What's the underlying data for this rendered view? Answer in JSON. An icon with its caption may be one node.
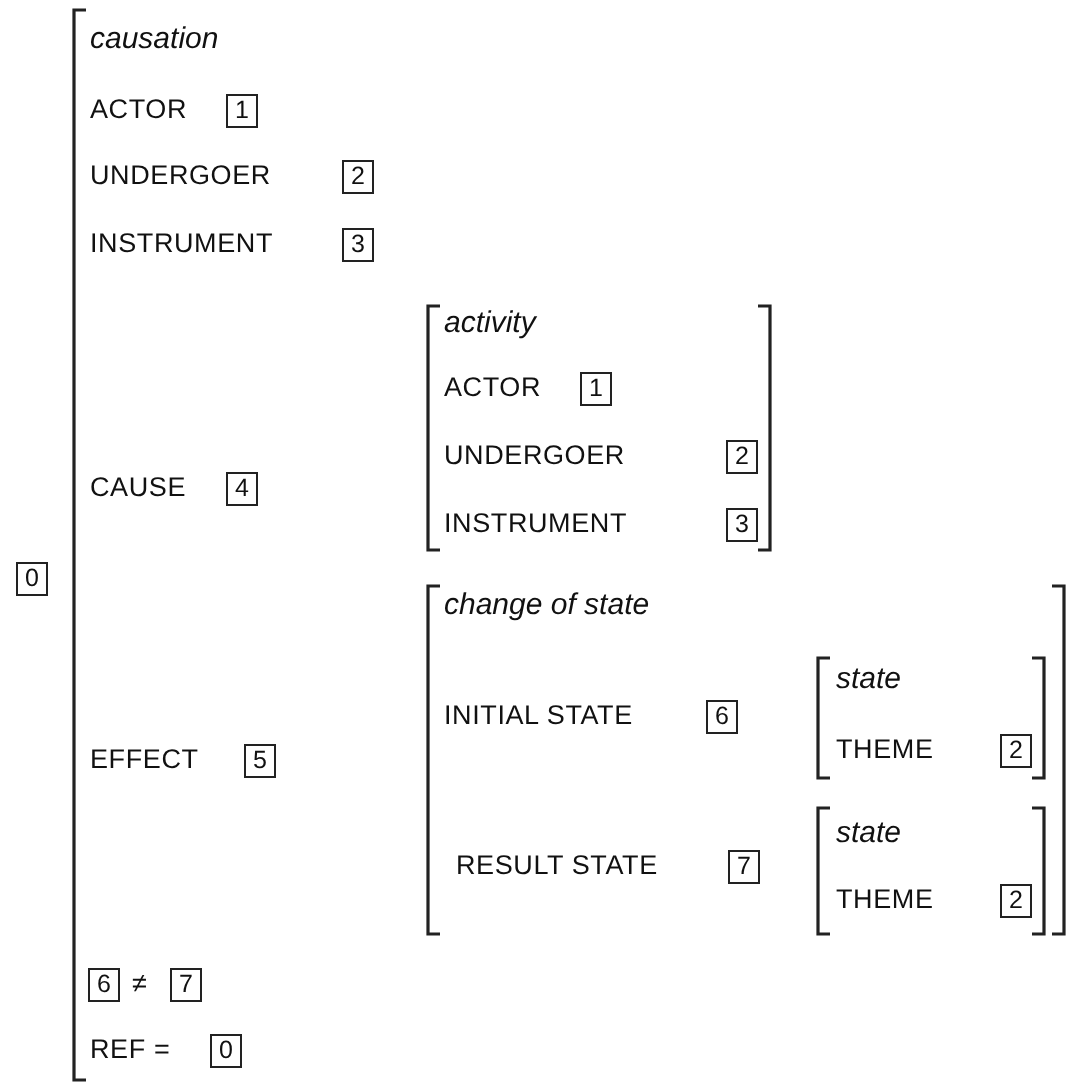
{
  "diagram": {
    "nodes": [
      {
        "text": [
          "causation",
          "ACTOR",
          "UNDERGOER",
          "INSTRUMENT",
          "CAUSE",
          "EFFECT",
          "≠",
          "REF ="
        ]
      },
      {
        "text": [
          "1"
        ],
        "in": 0
      },
      {
        "text": [
          "2"
        ],
        "in": 0
      },
      {
        "text": [
          "3"
        ],
        "in": 0
      },
      {
        "text": [
          "4"
        ],
        "in": 0
      },
      {
        "text": [
          "activity",
          "ACTOR",
          "UNDERGOER",
          "INSTRUMENT"
        ],
        "in": 0
      },
      {
        "text": [
          "1"
        ],
        "in": 5
      },
      {
        "text": [
          "2"
        ],
        "in": 5
      },
      {
        "text": [
          "3"
        ],
        "in": 5
      },
      {
        "text": [
          "5"
        ],
        "in": 0
      },
      {
        "text": [
          "change of state",
          "INITIAL STATE",
          "RESULT STATE"
        ],
        "in": 0
      },
      {
        "text": [
          "6"
        ],
        "in": 10
      },
      {
        "text": [
          "state",
          "THEME"
        ],
        "in": 10
      },
      {
        "text": [
          "2"
        ],
        "in": 12
      },
      {
        "text": [
          "7"
        ],
        "in": 10
      },
      {
        "text": [
          "state",
          "THEME"
        ],
        "in": 10
      },
      {
        "text": [
          "2"
        ],
        "in": 15
      },
      {
        "text": [
          "6"
        ],
        "in": 0
      },
      {
        "text": [
          "7"
        ],
        "in": 0
      },
      {
        "text": [
          "0"
        ],
        "in": 0
      },
      {
        "text": [
          "0"
        ]
      }
    ]
  }
}
